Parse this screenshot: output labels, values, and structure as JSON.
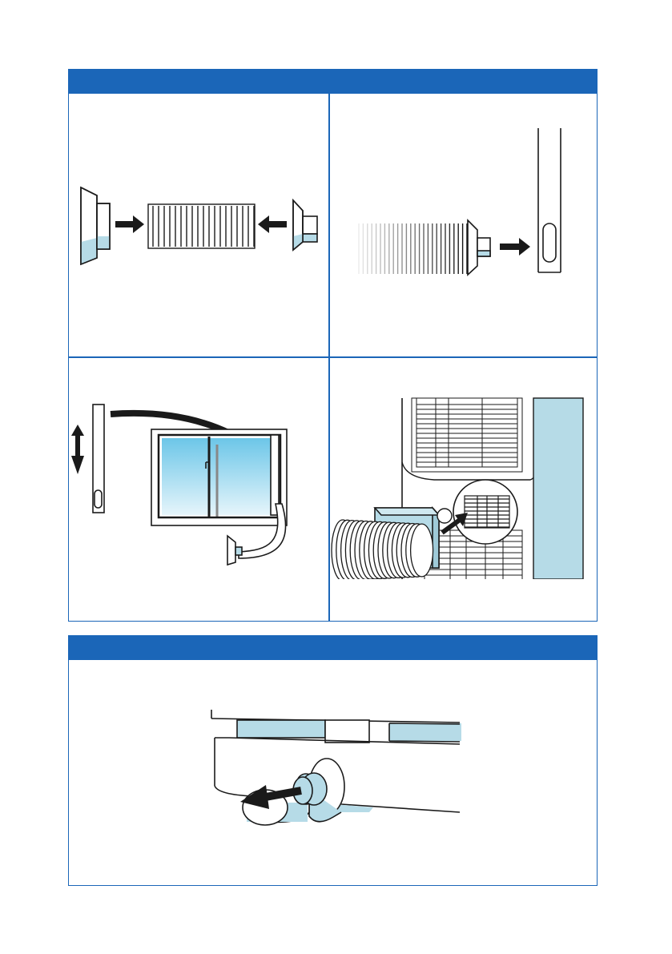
{
  "colors": {
    "header_bar": "#1b66b8",
    "frame": "#1b66b8",
    "light_blue": "#b6dbe7",
    "ink": "#1a1a1a",
    "arrow": "#1a1a1a"
  },
  "sections": [
    {
      "title": "",
      "cells": [
        {
          "illustration": "hose-assembly"
        },
        {
          "illustration": "hose-to-window-adapter"
        },
        {
          "illustration": "window-kit-installation"
        },
        {
          "illustration": "hose-connect-to-unit"
        }
      ]
    },
    {
      "title": "",
      "cells": [
        {
          "illustration": "drain-plug-removal"
        }
      ]
    }
  ]
}
